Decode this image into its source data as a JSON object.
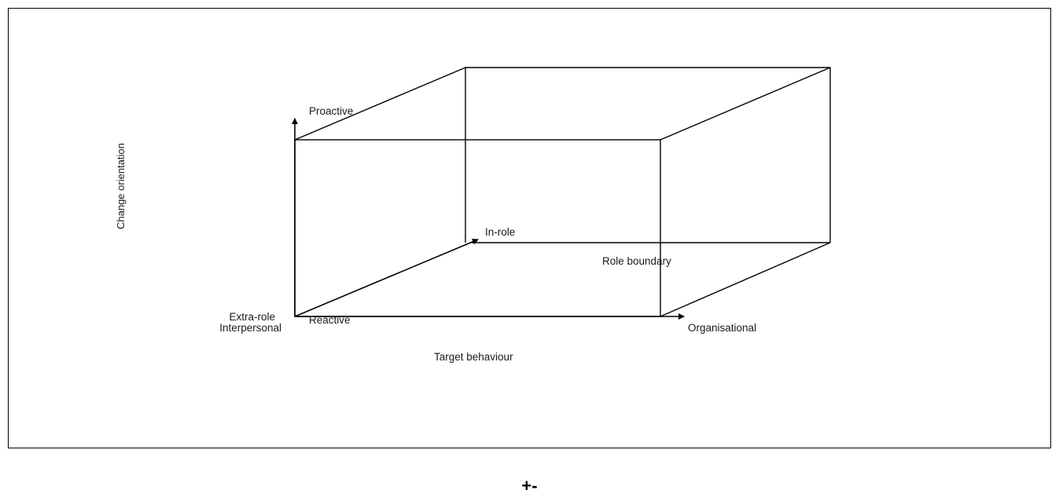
{
  "diagram": {
    "labels": {
      "proactive": "Proactive",
      "in_role": "In-role",
      "role_boundary": "Role boundary",
      "extra_role": "Extra-role",
      "interpersonal": "Interpersonal",
      "reactive": "Reactive",
      "organisational": "Organisational",
      "target_behaviour": "Target behaviour",
      "change_orientation": "Change orientation"
    }
  },
  "footer": {
    "text": "+-"
  }
}
